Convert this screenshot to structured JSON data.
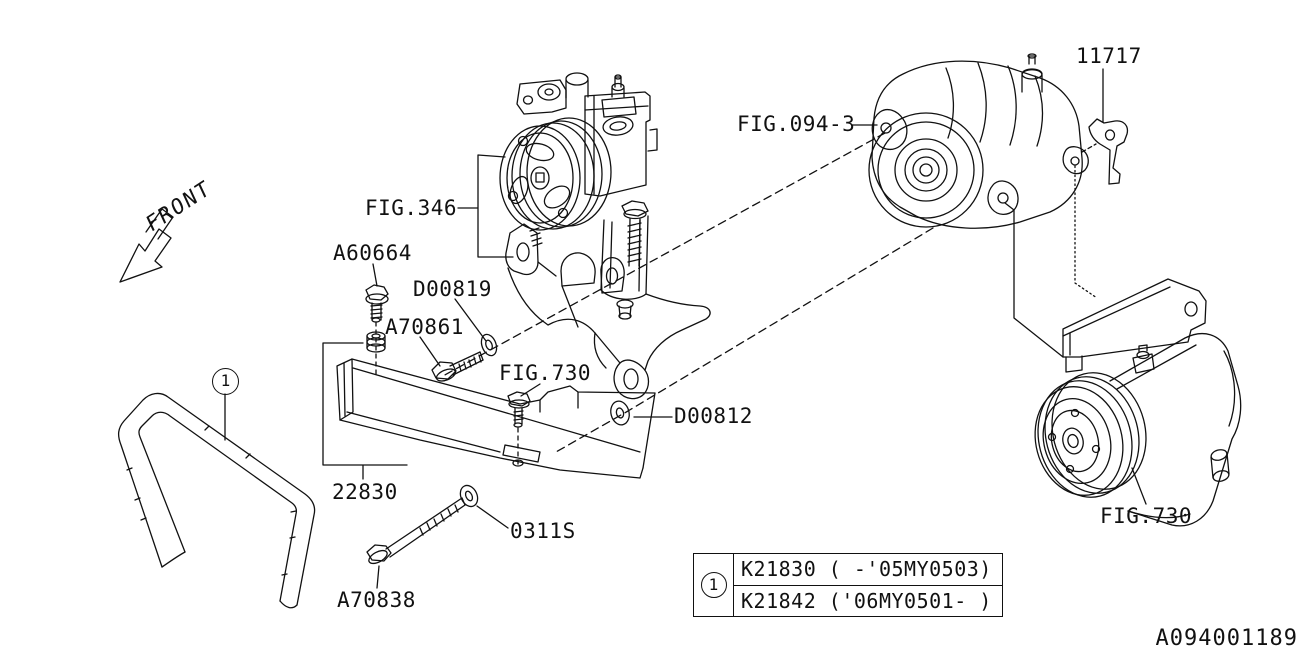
{
  "diagram": {
    "doc_code": "A094001189",
    "front_label": "FRONT",
    "callouts": {
      "fig346": "FIG.346",
      "a60664": "A60664",
      "d00819": "D00819",
      "a70861": "A70861",
      "fig730_bolt": "FIG.730",
      "d00812": "D00812",
      "cover_22830": "22830",
      "washer_0311s": "0311S",
      "a70838": "A70838",
      "fig094": "FIG.094-3",
      "stay_11717": "11717",
      "fig730_compressor": "FIG.730",
      "belt_ref": "1"
    },
    "legend": {
      "ref": "1",
      "rows": [
        "K21830 ( -'05MY0503)",
        "K21842 ('06MY0501- )"
      ]
    },
    "colors": {
      "line": "#111111",
      "background": "#ffffff"
    }
  }
}
